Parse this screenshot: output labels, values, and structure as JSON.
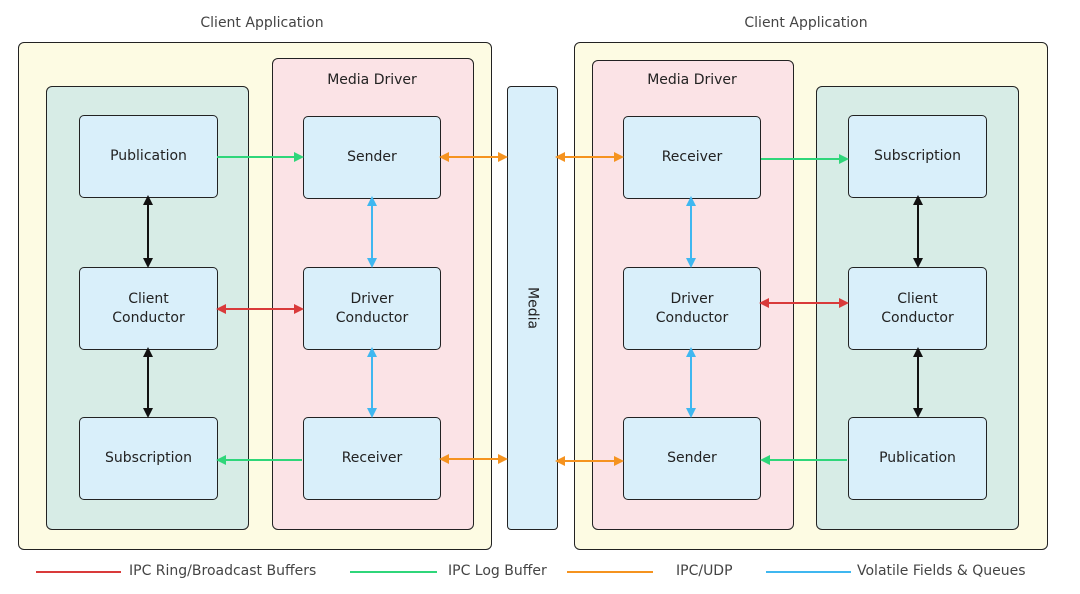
{
  "left": {
    "app_title": "Client Application",
    "driver_title": "Media Driver",
    "client": {
      "publication": "Publication",
      "conductor": "Client\nConductor",
      "subscription": "Subscription"
    },
    "driver": {
      "sender": "Sender",
      "conductor": "Driver\nConductor",
      "receiver": "Receiver"
    }
  },
  "media_label": "Media",
  "right": {
    "app_title": "Client Application",
    "driver_title": "Media Driver",
    "driver": {
      "receiver": "Receiver",
      "conductor": "Driver\nConductor",
      "sender": "Sender"
    },
    "client": {
      "subscription": "Subscription",
      "conductor": "Client\nConductor",
      "publication": "Publication"
    }
  },
  "legend": [
    {
      "label": "IPC Ring/Broadcast Buffers",
      "color": "#d93a3a"
    },
    {
      "label": "IPC Log Buffer",
      "color": "#2fd67a"
    },
    {
      "label": "IPC/UDP",
      "color": "#f5931f"
    },
    {
      "label": "Volatile Fields & Queues",
      "color": "#3fb7f0"
    }
  ]
}
